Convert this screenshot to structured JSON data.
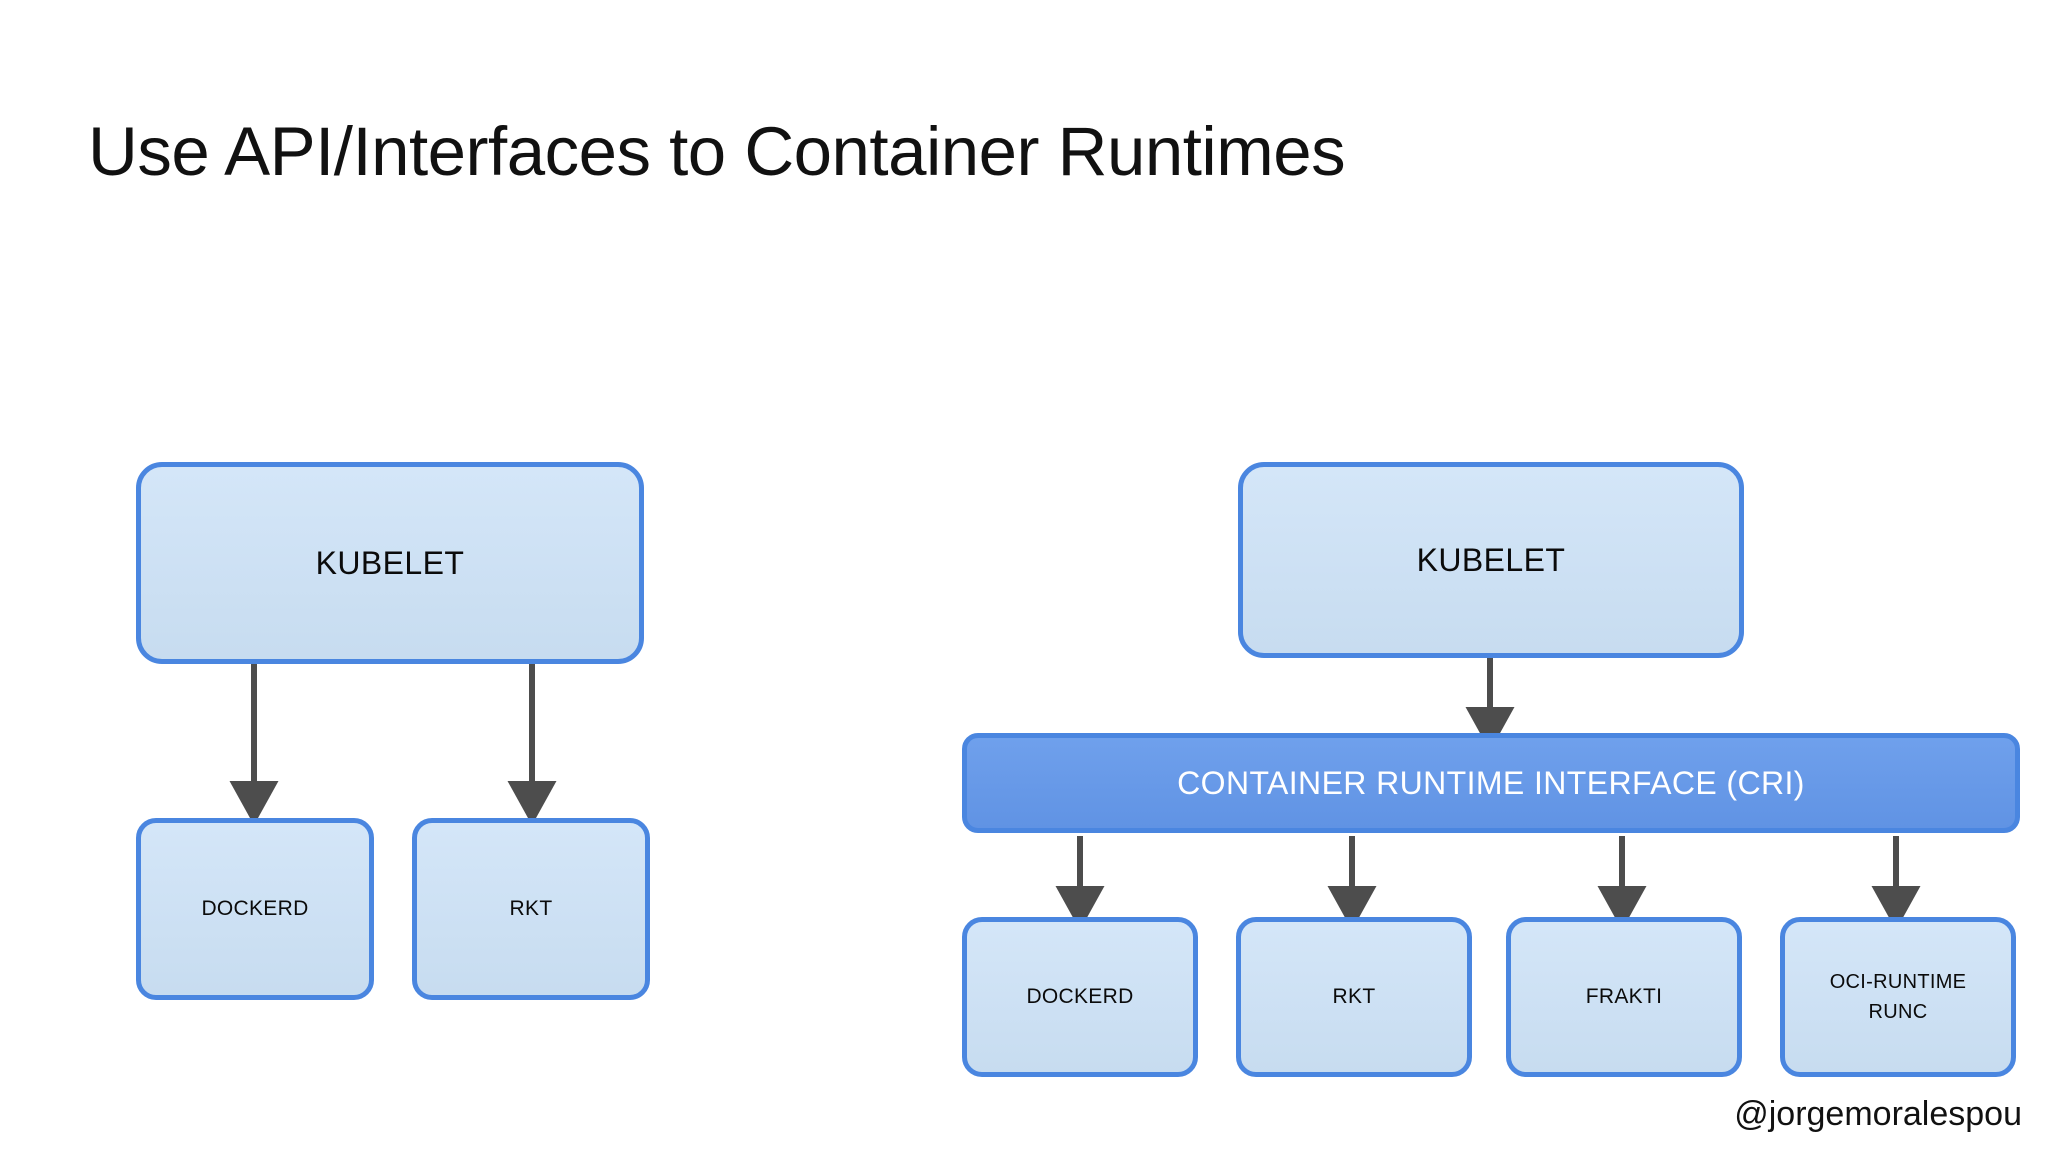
{
  "slide": {
    "title": "Use API/Interfaces to Container Runtimes",
    "background_color": "#ffffff",
    "watermark": "@jorgemoralespou"
  },
  "theme": {
    "box_fill": "#cbdef2",
    "box_border": "#4a86e0",
    "cri_fill": "#6699e8",
    "cri_text_color": "#ffffff",
    "arrow_color": "#4d4d4d",
    "text_color": "#111111"
  },
  "left_diagram": {
    "name": "direct-runtime-integration",
    "root": {
      "label": "KUBELET"
    },
    "runtimes": [
      {
        "label": "DOCKERD"
      },
      {
        "label": "RKT"
      }
    ]
  },
  "right_diagram": {
    "name": "cri-runtime-integration",
    "root": {
      "label": "KUBELET"
    },
    "interface": {
      "label": "CONTAINER RUNTIME INTERFACE (CRI)"
    },
    "runtimes": [
      {
        "label": "DOCKERD"
      },
      {
        "label": "RKT"
      },
      {
        "label": "FRAKTI"
      },
      {
        "label": "OCI-RUNTIME\nRUNC"
      }
    ]
  }
}
